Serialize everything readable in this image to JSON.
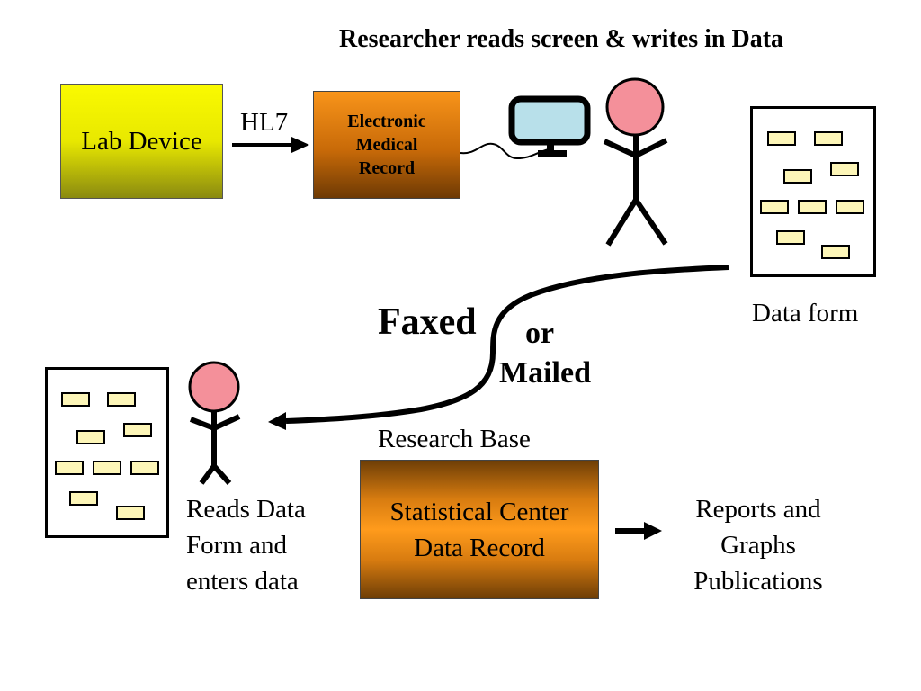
{
  "title": "Researcher reads screen & writes in Data",
  "nodes": {
    "lab_device": "Lab Device",
    "emr": [
      "Electronic",
      "Medical",
      "Record"
    ],
    "statistical_center": [
      "Statistical Center",
      "Data Record"
    ],
    "research_base": "Research Base",
    "data_form": "Data form",
    "reports": [
      "Reports and",
      "Graphs",
      "Publications"
    ],
    "reads_data": [
      "Reads Data",
      "Form and",
      "enters data"
    ]
  },
  "edges": {
    "hl7": "HL7",
    "faxed": "Faxed",
    "or_mailed": [
      "or",
      "Mailed"
    ]
  },
  "colors": {
    "lab_device": "#e8e800",
    "emr": "#c86a08",
    "statistical_center": "#ff9b1c",
    "form_field": "#fdf6b8",
    "head": "#f4909a",
    "monitor_screen": "#b8e0ea"
  }
}
